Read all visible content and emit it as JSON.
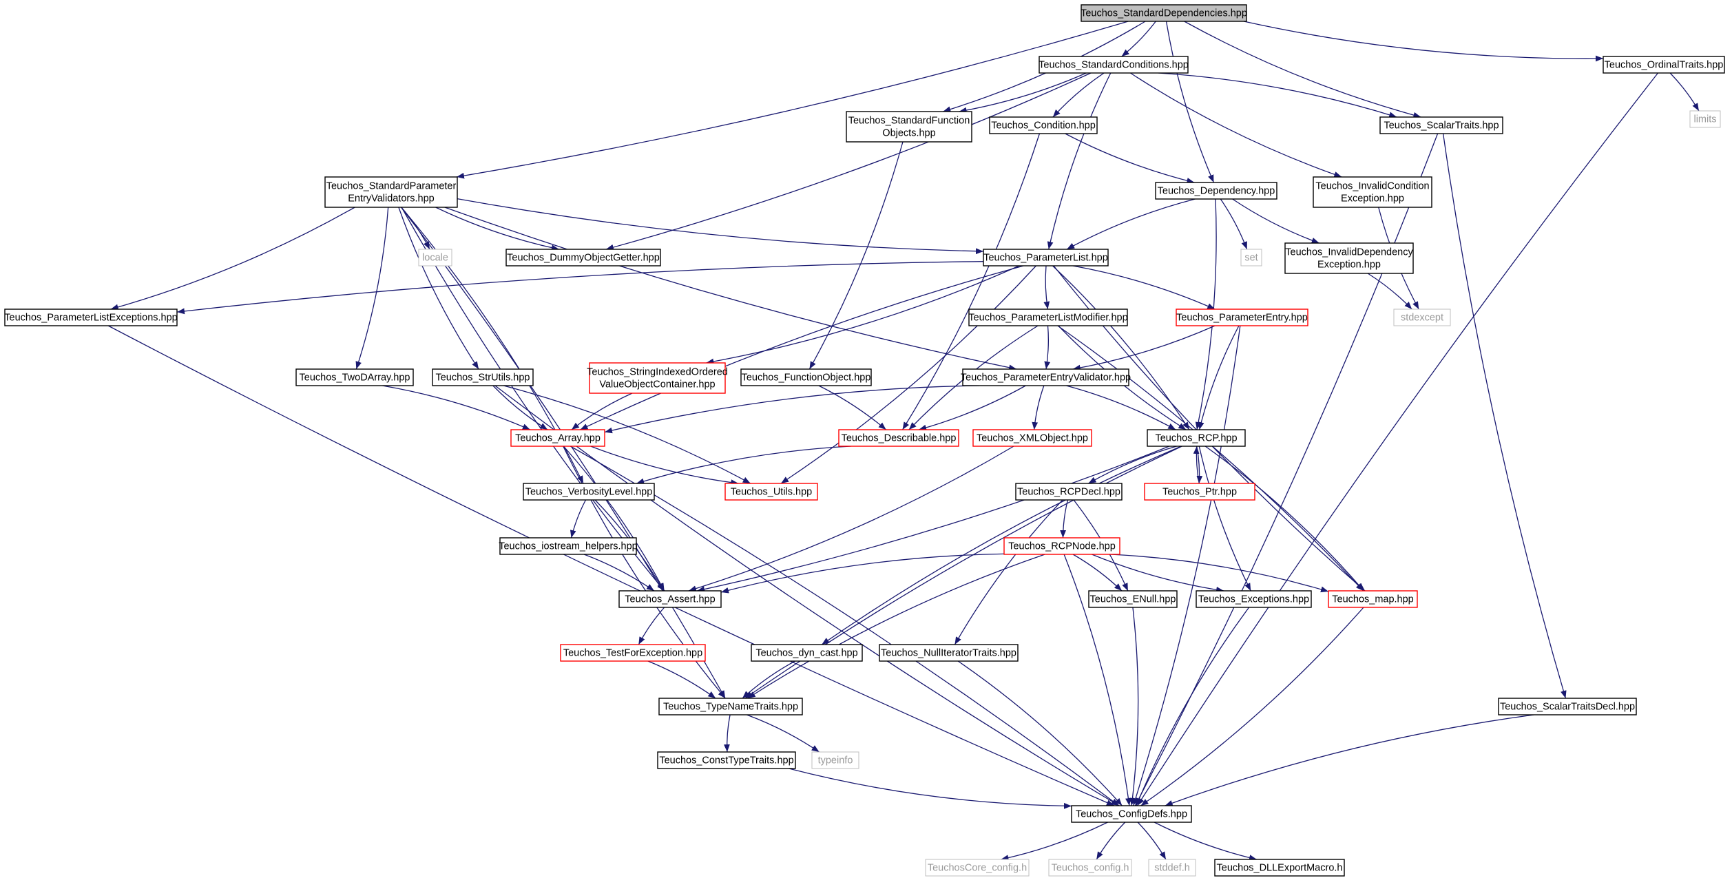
{
  "colors": {
    "edge": "#191970",
    "node_border": "#000000",
    "node_border_incomplete": "#ff0000",
    "node_border_system": "#bfbfbf",
    "root_fill": "#bfbfbf",
    "node_fill": "#ffffff"
  },
  "nodes": [
    {
      "id": "root",
      "lines": [
        "Teuchos_StandardDependencies.hpp"
      ],
      "kind": "root"
    },
    {
      "id": "stdcond",
      "lines": [
        "Teuchos_StandardConditions.hpp"
      ],
      "kind": "normal"
    },
    {
      "id": "ordinal",
      "lines": [
        "Teuchos_OrdinalTraits.hpp"
      ],
      "kind": "normal"
    },
    {
      "id": "limits",
      "lines": [
        "limits"
      ],
      "kind": "system"
    },
    {
      "id": "stdfunc",
      "lines": [
        "Teuchos_StandardFunction",
        "Objects.hpp"
      ],
      "kind": "normal"
    },
    {
      "id": "condition",
      "lines": [
        "Teuchos_Condition.hpp"
      ],
      "kind": "normal"
    },
    {
      "id": "scalar",
      "lines": [
        "Teuchos_ScalarTraits.hpp"
      ],
      "kind": "normal"
    },
    {
      "id": "stdpev",
      "lines": [
        "Teuchos_StandardParameter",
        "EntryValidators.hpp"
      ],
      "kind": "normal"
    },
    {
      "id": "dependency",
      "lines": [
        "Teuchos_Dependency.hpp"
      ],
      "kind": "normal"
    },
    {
      "id": "invcond",
      "lines": [
        "Teuchos_InvalidCondition",
        "Exception.hpp"
      ],
      "kind": "normal"
    },
    {
      "id": "locale",
      "lines": [
        "locale"
      ],
      "kind": "system"
    },
    {
      "id": "dummy",
      "lines": [
        "Teuchos_DummyObjectGetter.hpp"
      ],
      "kind": "normal"
    },
    {
      "id": "plist",
      "lines": [
        "Teuchos_ParameterList.hpp"
      ],
      "kind": "normal"
    },
    {
      "id": "set",
      "lines": [
        "set"
      ],
      "kind": "system"
    },
    {
      "id": "invdep",
      "lines": [
        "Teuchos_InvalidDependency",
        "Exception.hpp"
      ],
      "kind": "normal"
    },
    {
      "id": "plexc",
      "lines": [
        "Teuchos_ParameterListExceptions.hpp"
      ],
      "kind": "normal"
    },
    {
      "id": "plmod",
      "lines": [
        "Teuchos_ParameterListModifier.hpp"
      ],
      "kind": "normal"
    },
    {
      "id": "pentry",
      "lines": [
        "Teuchos_ParameterEntry.hpp"
      ],
      "kind": "incomplete"
    },
    {
      "id": "stdexcept",
      "lines": [
        "stdexcept"
      ],
      "kind": "system"
    },
    {
      "id": "sioc",
      "lines": [
        "Teuchos_StringIndexedOrdered",
        "ValueObjectContainer.hpp"
      ],
      "kind": "incomplete"
    },
    {
      "id": "twod",
      "lines": [
        "Teuchos_TwoDArray.hpp"
      ],
      "kind": "normal"
    },
    {
      "id": "strutils",
      "lines": [
        "Teuchos_StrUtils.hpp"
      ],
      "kind": "normal"
    },
    {
      "id": "funcobj",
      "lines": [
        "Teuchos_FunctionObject.hpp"
      ],
      "kind": "normal"
    },
    {
      "id": "pev",
      "lines": [
        "Teuchos_ParameterEntryValidator.hpp"
      ],
      "kind": "normal"
    },
    {
      "id": "array",
      "lines": [
        "Teuchos_Array.hpp"
      ],
      "kind": "incomplete"
    },
    {
      "id": "describable",
      "lines": [
        "Teuchos_Describable.hpp"
      ],
      "kind": "incomplete"
    },
    {
      "id": "xmlobj",
      "lines": [
        "Teuchos_XMLObject.hpp"
      ],
      "kind": "incomplete"
    },
    {
      "id": "rcp",
      "lines": [
        "Teuchos_RCP.hpp"
      ],
      "kind": "normal"
    },
    {
      "id": "verbosity",
      "lines": [
        "Teuchos_VerbosityLevel.hpp"
      ],
      "kind": "normal"
    },
    {
      "id": "utils",
      "lines": [
        "Teuchos_Utils.hpp"
      ],
      "kind": "incomplete"
    },
    {
      "id": "rcpdecl",
      "lines": [
        "Teuchos_RCPDecl.hpp"
      ],
      "kind": "normal"
    },
    {
      "id": "ptr",
      "lines": [
        "Teuchos_Ptr.hpp"
      ],
      "kind": "incomplete"
    },
    {
      "id": "iostream",
      "lines": [
        "Teuchos_iostream_helpers.hpp"
      ],
      "kind": "normal"
    },
    {
      "id": "rcpnode",
      "lines": [
        "Teuchos_RCPNode.hpp"
      ],
      "kind": "incomplete"
    },
    {
      "id": "assert",
      "lines": [
        "Teuchos_Assert.hpp"
      ],
      "kind": "normal"
    },
    {
      "id": "enull",
      "lines": [
        "Teuchos_ENull.hpp"
      ],
      "kind": "normal"
    },
    {
      "id": "exceptions",
      "lines": [
        "Teuchos_Exceptions.hpp"
      ],
      "kind": "normal"
    },
    {
      "id": "map",
      "lines": [
        "Teuchos_map.hpp"
      ],
      "kind": "incomplete"
    },
    {
      "id": "testexc",
      "lines": [
        "Teuchos_TestForException.hpp"
      ],
      "kind": "incomplete"
    },
    {
      "id": "dyncast",
      "lines": [
        "Teuchos_dyn_cast.hpp"
      ],
      "kind": "normal"
    },
    {
      "id": "nulliter",
      "lines": [
        "Teuchos_NullIteratorTraits.hpp"
      ],
      "kind": "normal"
    },
    {
      "id": "typename",
      "lines": [
        "Teuchos_TypeNameTraits.hpp"
      ],
      "kind": "normal"
    },
    {
      "id": "scalardecl",
      "lines": [
        "Teuchos_ScalarTraitsDecl.hpp"
      ],
      "kind": "normal"
    },
    {
      "id": "consttype",
      "lines": [
        "Teuchos_ConstTypeTraits.hpp"
      ],
      "kind": "normal"
    },
    {
      "id": "typeinfo",
      "lines": [
        "typeinfo"
      ],
      "kind": "system"
    },
    {
      "id": "configdefs",
      "lines": [
        "Teuchos_ConfigDefs.hpp"
      ],
      "kind": "normal"
    },
    {
      "id": "corecfg",
      "lines": [
        "TeuchosCore_config.h"
      ],
      "kind": "system"
    },
    {
      "id": "cfg",
      "lines": [
        "Teuchos_config.h"
      ],
      "kind": "system"
    },
    {
      "id": "stddef",
      "lines": [
        "stddef.h"
      ],
      "kind": "system"
    },
    {
      "id": "dllexport",
      "lines": [
        "Teuchos_DLLExportMacro.h"
      ],
      "kind": "normal"
    }
  ],
  "edges": [
    [
      "root",
      "stdcond"
    ],
    [
      "root",
      "ordinal"
    ],
    [
      "root",
      "stdfunc"
    ],
    [
      "root",
      "scalar"
    ],
    [
      "root",
      "stdpev"
    ],
    [
      "root",
      "dependency"
    ],
    [
      "stdcond",
      "stdfunc"
    ],
    [
      "stdcond",
      "condition"
    ],
    [
      "stdcond",
      "scalar"
    ],
    [
      "stdcond",
      "invcond"
    ],
    [
      "stdcond",
      "dummy"
    ],
    [
      "stdcond",
      "plist"
    ],
    [
      "ordinal",
      "limits"
    ],
    [
      "ordinal",
      "configdefs"
    ],
    [
      "stdfunc",
      "funcobj"
    ],
    [
      "condition",
      "dependency"
    ],
    [
      "condition",
      "describable"
    ],
    [
      "scalar",
      "scalardecl"
    ],
    [
      "scalar",
      "configdefs"
    ],
    [
      "stdpev",
      "dummy"
    ],
    [
      "stdpev",
      "locale"
    ],
    [
      "stdpev",
      "plist"
    ],
    [
      "stdpev",
      "plexc"
    ],
    [
      "stdpev",
      "pev"
    ],
    [
      "stdpev",
      "twod"
    ],
    [
      "stdpev",
      "strutils"
    ],
    [
      "stdpev",
      "verbosity"
    ],
    [
      "stdpev",
      "assert"
    ],
    [
      "stdpev",
      "typename"
    ],
    [
      "dependency",
      "plist"
    ],
    [
      "dependency",
      "set"
    ],
    [
      "dependency",
      "invdep"
    ],
    [
      "dependency",
      "rcp"
    ],
    [
      "invcond",
      "stdexcept"
    ],
    [
      "invdep",
      "stdexcept"
    ],
    [
      "plist",
      "plexc"
    ],
    [
      "plist",
      "sioc"
    ],
    [
      "plist",
      "plmod"
    ],
    [
      "plist",
      "pentry"
    ],
    [
      "plist",
      "array"
    ],
    [
      "plist",
      "rcp"
    ],
    [
      "plist",
      "map"
    ],
    [
      "plist",
      "utils"
    ],
    [
      "plexc",
      "configdefs"
    ],
    [
      "plmod",
      "pev"
    ],
    [
      "plmod",
      "rcp"
    ],
    [
      "plmod",
      "map"
    ],
    [
      "plmod",
      "describable"
    ],
    [
      "pentry",
      "pev"
    ],
    [
      "pentry",
      "rcp"
    ],
    [
      "pentry",
      "configdefs"
    ],
    [
      "sioc",
      "array"
    ],
    [
      "twod",
      "array"
    ],
    [
      "strutils",
      "array"
    ],
    [
      "strutils",
      "utils"
    ],
    [
      "strutils",
      "configdefs"
    ],
    [
      "funcobj",
      "describable"
    ],
    [
      "pev",
      "array"
    ],
    [
      "pev",
      "describable"
    ],
    [
      "pev",
      "xmlobj"
    ],
    [
      "pev",
      "rcp"
    ],
    [
      "array",
      "utils"
    ],
    [
      "array",
      "assert"
    ],
    [
      "array",
      "typename"
    ],
    [
      "array",
      "configdefs"
    ],
    [
      "describable",
      "verbosity"
    ],
    [
      "xmlobj",
      "assert"
    ],
    [
      "rcp",
      "rcpdecl"
    ],
    [
      "rcp",
      "ptr"
    ],
    [
      "rcp",
      "exceptions"
    ],
    [
      "rcp",
      "map"
    ],
    [
      "rcp",
      "dyncast"
    ],
    [
      "rcp",
      "assert"
    ],
    [
      "rcp",
      "typename"
    ],
    [
      "ptr",
      "rcp"
    ],
    [
      "verbosity",
      "iostream"
    ],
    [
      "verbosity",
      "assert"
    ],
    [
      "rcpdecl",
      "rcpnode"
    ],
    [
      "rcpdecl",
      "enull"
    ],
    [
      "rcpdecl",
      "nulliter"
    ],
    [
      "iostream",
      "assert"
    ],
    [
      "rcpnode",
      "assert"
    ],
    [
      "rcpnode",
      "enull"
    ],
    [
      "rcpnode",
      "exceptions"
    ],
    [
      "rcpnode",
      "map"
    ],
    [
      "rcpnode",
      "typename"
    ],
    [
      "rcpnode",
      "configdefs"
    ],
    [
      "assert",
      "testexc"
    ],
    [
      "testexc",
      "typename"
    ],
    [
      "dyncast",
      "typename"
    ],
    [
      "nulliter",
      "configdefs"
    ],
    [
      "typename",
      "consttype"
    ],
    [
      "typename",
      "typeinfo"
    ],
    [
      "consttype",
      "configdefs"
    ],
    [
      "enull",
      "configdefs"
    ],
    [
      "exceptions",
      "configdefs"
    ],
    [
      "map",
      "configdefs"
    ],
    [
      "scalardecl",
      "configdefs"
    ],
    [
      "configdefs",
      "corecfg"
    ],
    [
      "configdefs",
      "cfg"
    ],
    [
      "configdefs",
      "stddef"
    ],
    [
      "configdefs",
      "dllexport"
    ]
  ]
}
